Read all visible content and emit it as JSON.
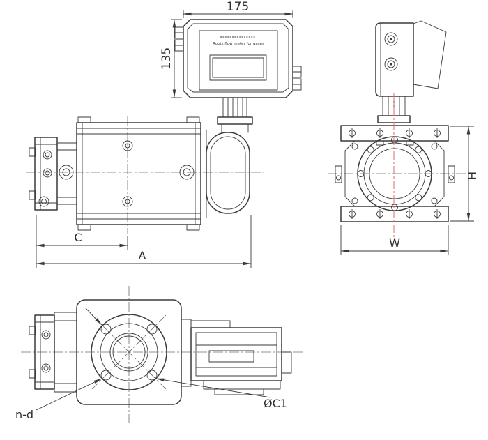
{
  "page": {
    "background": "#ffffff"
  },
  "labels": {
    "counter_width": "175",
    "counter_height": "135",
    "dim_c": "C",
    "dim_a": "A",
    "dim_w": "W",
    "dim_h": "H",
    "bolt_note": "n-d",
    "bolt_circle": "ØC1"
  },
  "nameplate": {
    "line": "Roots flow meter for gases"
  },
  "colors": {
    "line": "#3a3a3a",
    "centerline": "#6b6b6b",
    "red_centerline": "#e06a6a",
    "background": "#ffffff"
  }
}
